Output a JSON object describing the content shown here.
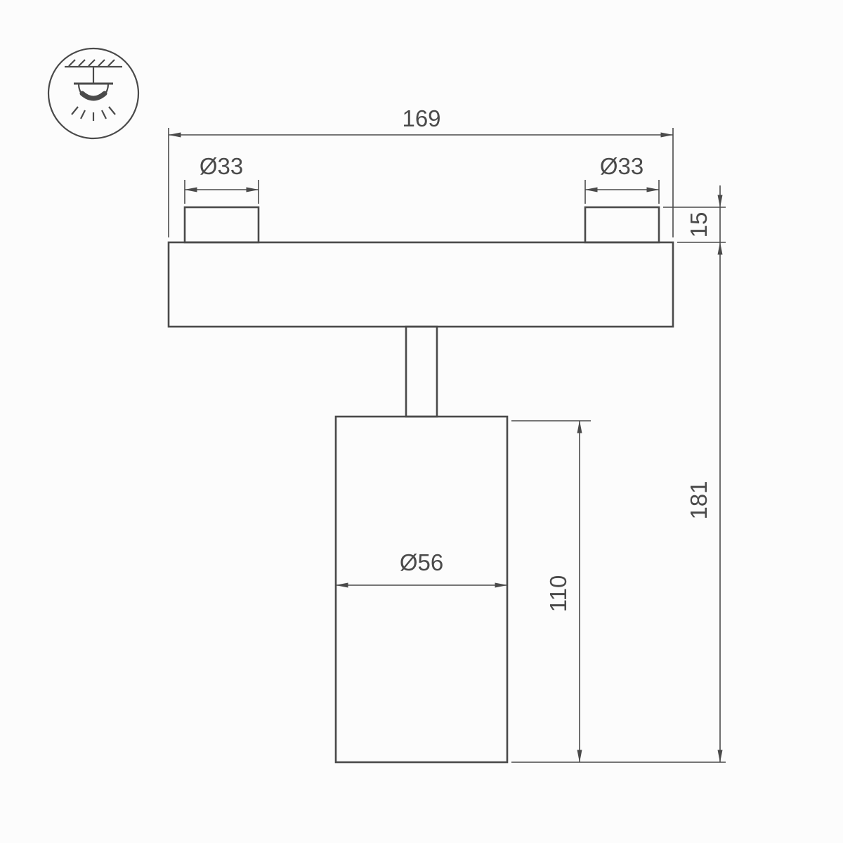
{
  "drawing": {
    "type": "technical-dimension-drawing",
    "subject": "ceiling track spotlight",
    "icon": "ceiling-pendant-light-icon",
    "colors": {
      "line": "#4a4a4a",
      "background": "#fcfcfc"
    },
    "dimensions": {
      "track_width": "169",
      "left_connector_diameter": "Ø33",
      "right_connector_diameter": "Ø33",
      "connector_height": "15",
      "total_height": "181",
      "body_height": "110",
      "body_diameter": "Ø56"
    }
  }
}
